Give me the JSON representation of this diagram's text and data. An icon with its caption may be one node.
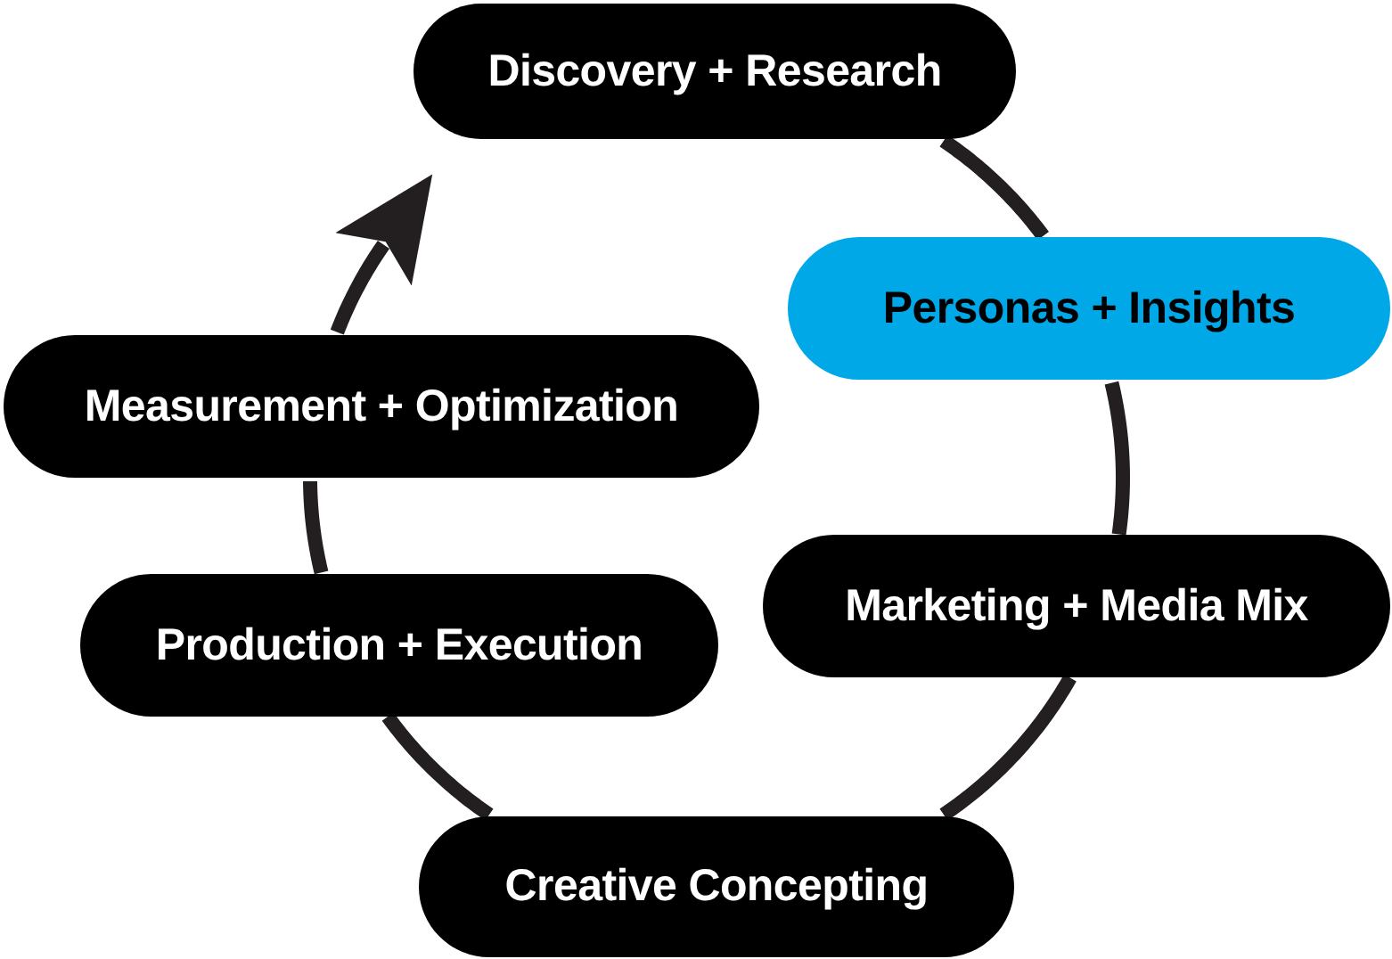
{
  "diagram": {
    "nodes": [
      {
        "text": [
          "Discovery + Research"
        ]
      },
      {
        "text": [
          "Personas + Insights"
        ]
      },
      {
        "text": [
          "Marketing + Media Mix"
        ]
      },
      {
        "text": [
          "Creative Concepting"
        ]
      },
      {
        "text": [
          "Production + Execution"
        ]
      },
      {
        "text": [
          "Measurement + Optimization"
        ]
      }
    ],
    "edges": [
      {
        "from": 0,
        "to": 1,
        "arrow": "none"
      },
      {
        "from": 1,
        "to": 2,
        "arrow": "none"
      },
      {
        "from": 2,
        "to": 3,
        "arrow": "none"
      },
      {
        "from": 3,
        "to": 4,
        "arrow": "none"
      },
      {
        "from": 4,
        "to": 5,
        "arrow": "none"
      },
      {
        "from": 5,
        "to": null,
        "arrow": "to"
      }
    ]
  }
}
